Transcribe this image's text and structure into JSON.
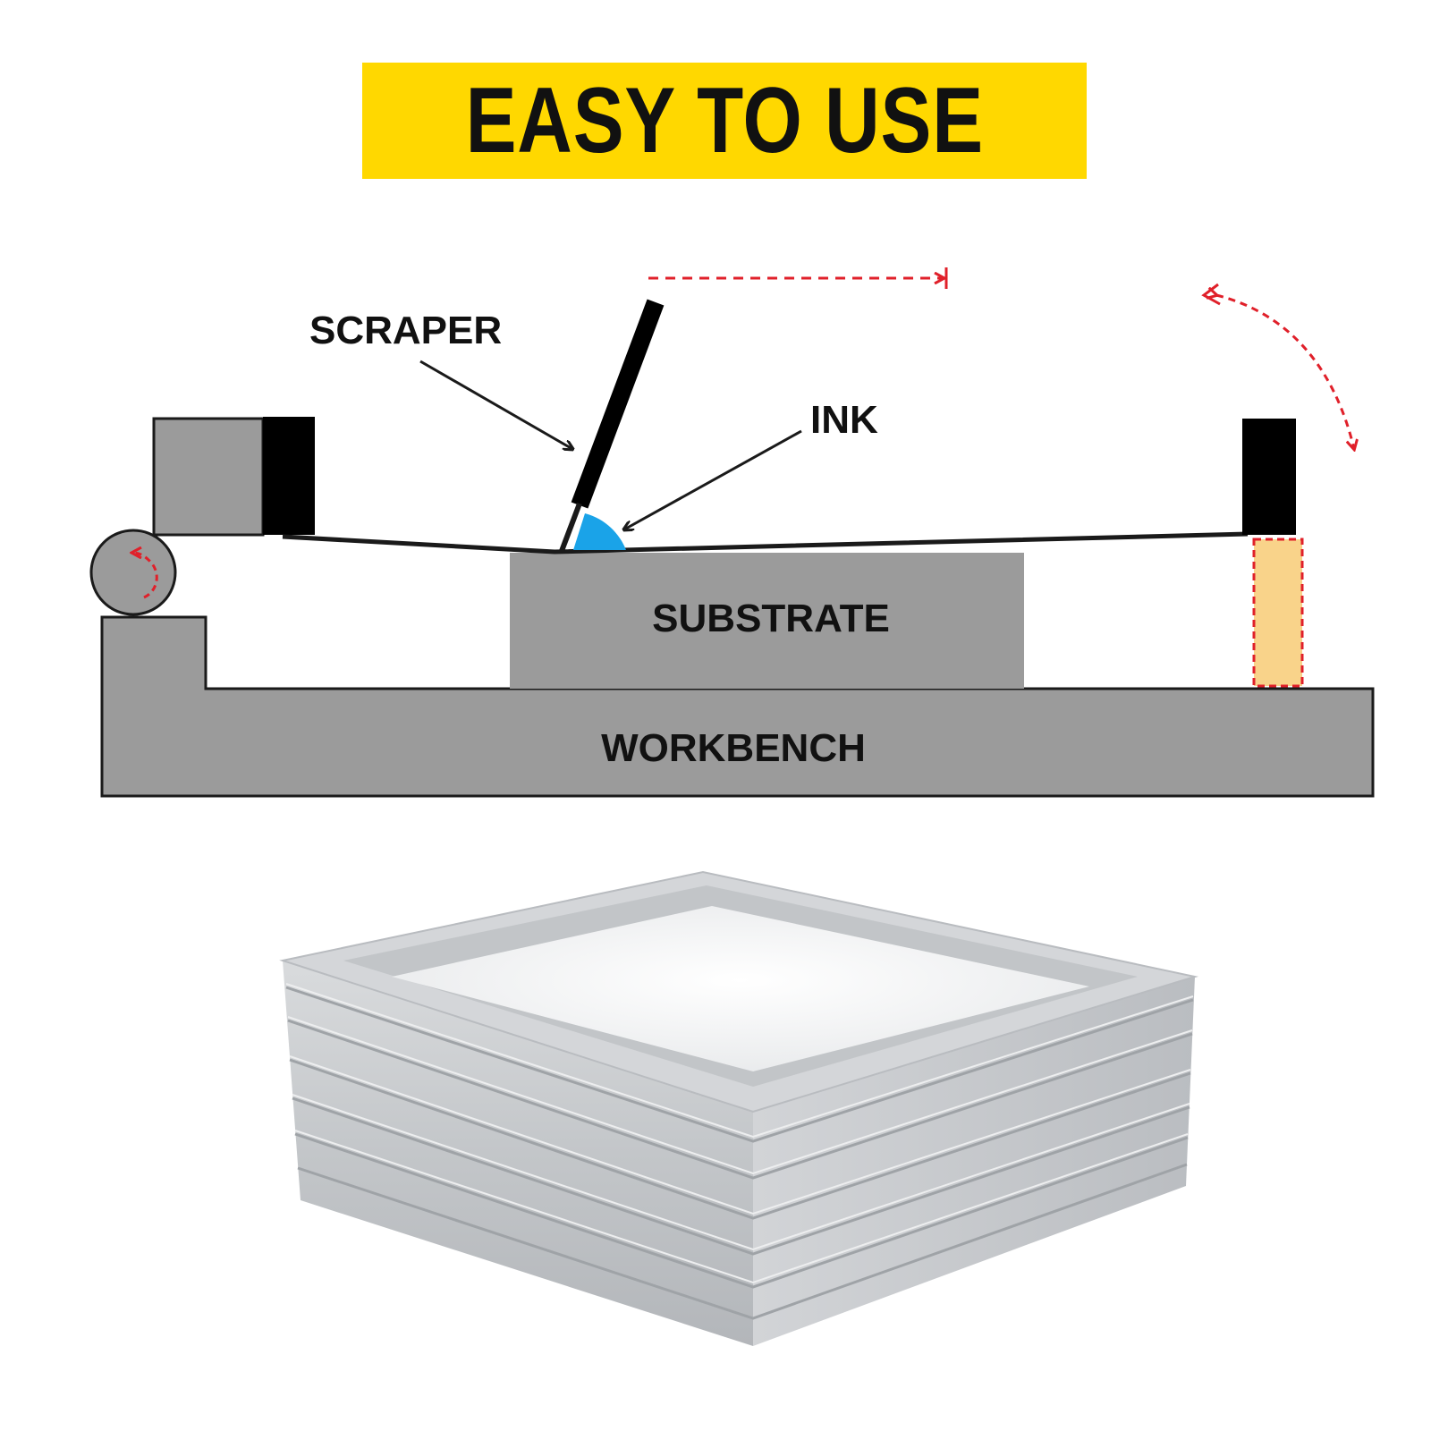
{
  "banner": {
    "title": "EASY TO USE",
    "background": "#FFD800",
    "text_color": "#111111"
  },
  "diagram": {
    "labels": {
      "scraper": "SCRAPER",
      "ink": "INK",
      "substrate": "SUBSTRATE",
      "workbench": "WORKBENCH"
    },
    "colors": {
      "block_fill": "#9B9B9B",
      "outline": "#1A1A1A",
      "clamp": "#000000",
      "ink": "#1AA3E8",
      "motion_arrow": "#E0202A",
      "hinge_pivot": "#F9D38A"
    },
    "icons": [
      "scraper-blade",
      "roller-icon",
      "rotate-arrow-icon",
      "motion-arrow-icon",
      "swing-arrow-icon"
    ]
  },
  "photo": {
    "subject": "stacked-aluminum-screen-frames",
    "frame_color": "#C9CCCF",
    "mesh_color": "#F4F5F6"
  }
}
